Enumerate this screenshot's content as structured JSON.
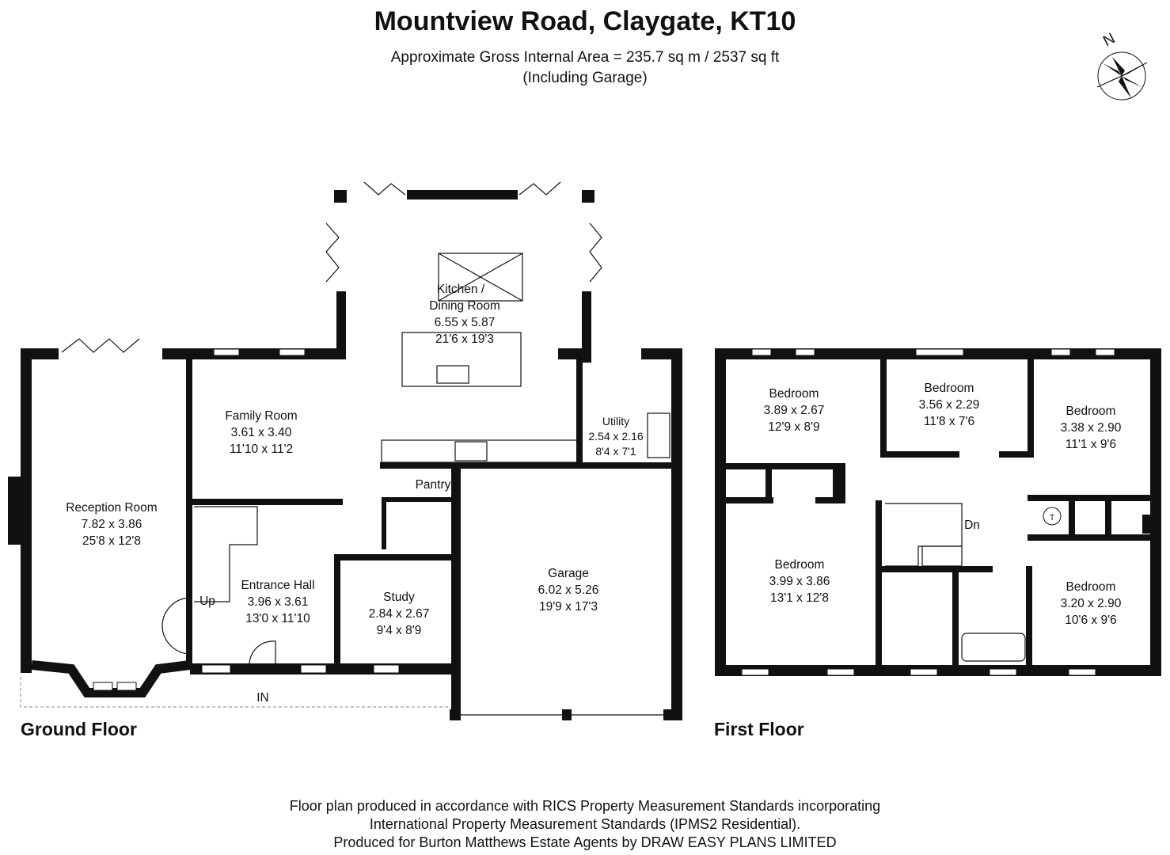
{
  "header": {
    "title": "Mountview Road, Claygate, KT10",
    "area": "Approximate Gross Internal Area = 235.7 sq m / 2537 sq ft",
    "area_note": "(Including Garage)"
  },
  "compass": {
    "label": "N"
  },
  "ground_floor": {
    "label": "Ground Floor",
    "rooms": [
      {
        "name": "Kitchen /",
        "name2": "Dining Room",
        "metric": "6.55 x 5.87",
        "imperial": "21'6 x 19'3"
      },
      {
        "name": "Family Room",
        "metric": "3.61 x 3.40",
        "imperial": "11'10 x 11'2"
      },
      {
        "name": "Utility",
        "metric": "2.54 x 2.16",
        "imperial": "8'4 x 7'1"
      },
      {
        "name": "Pantry"
      },
      {
        "name": "Reception Room",
        "metric": "7.82 x 3.86",
        "imperial": "25'8 x 12'8"
      },
      {
        "name": "Entrance Hall",
        "metric": "3.96 x 3.61",
        "imperial": "13'0 x 11'10"
      },
      {
        "name": "Study",
        "metric": "2.84 x 2.67",
        "imperial": "9'4 x 8'9"
      },
      {
        "name": "Garage",
        "metric": "6.02 x 5.26",
        "imperial": "19'9 x 17'3"
      }
    ],
    "markers": {
      "up": "Up",
      "in": "IN"
    }
  },
  "first_floor": {
    "label": "First Floor",
    "rooms": [
      {
        "name": "Bedroom",
        "metric": "3.89 x 2.67",
        "imperial": "12'9 x 8'9"
      },
      {
        "name": "Bedroom",
        "metric": "3.56 x 2.29",
        "imperial": "11'8 x 7'6"
      },
      {
        "name": "Bedroom",
        "metric": "3.38 x 2.90",
        "imperial": "11'1 x 9'6"
      },
      {
        "name": "Bedroom",
        "metric": "3.99 x 3.86",
        "imperial": "13'1 x 12'8"
      },
      {
        "name": "Bedroom",
        "metric": "3.20 x 2.90",
        "imperial": "10'6 x 9'6"
      }
    ],
    "markers": {
      "dn": "Dn",
      "tank": "T"
    }
  },
  "footer": {
    "line1": "Floor plan produced in accordance with RICS Property Measurement Standards incorporating",
    "line2": "International Property Measurement Standards (IPMS2 Residential).",
    "line3": "Produced for Burton Matthews Estate Agents by DRAW EASY PLANS LIMITED"
  }
}
